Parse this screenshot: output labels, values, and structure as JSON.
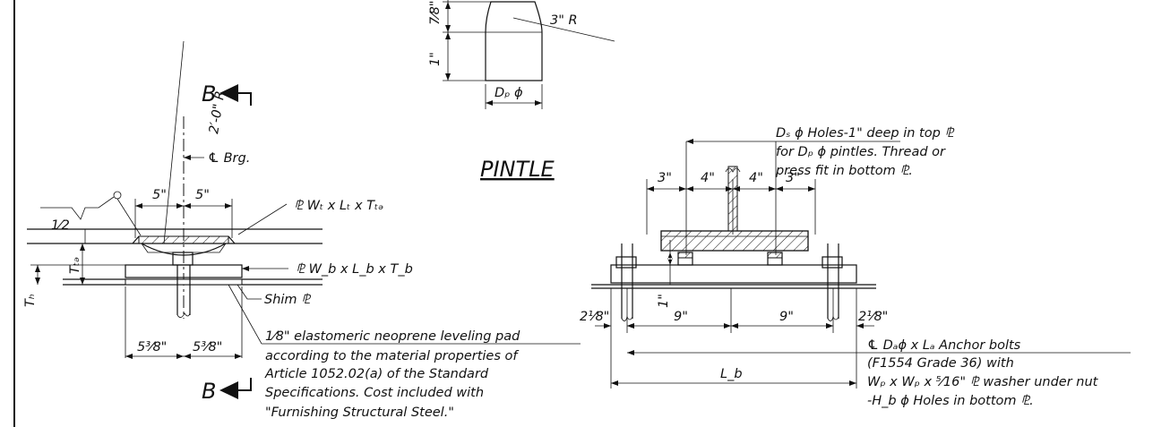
{
  "pintle": {
    "title": "PINTLE",
    "dim_top": "7⁄8\"",
    "dim_bottom": "1\"",
    "radius": "3\" R",
    "diameter": "Dₚ ϕ"
  },
  "section": {
    "section_mark": "B",
    "radius": "2′-0\" R",
    "centerline": "℄ Brg.",
    "weld": "1⁄2",
    "dim_5a": "5\"",
    "dim_5b": "5\"",
    "top_plate": "⅊ Wₜ x Lₜ x Tₜₔ",
    "bottom_plate": "⅊ W_b x L_b x T_b",
    "shim": "Shim ⅊",
    "th": "Tₕ",
    "ttd": "Tₜₔ",
    "dim_left": "5³⁄8\"",
    "dim_right": "5³⁄8\"",
    "note_pad": [
      "1⁄8\" elastomeric neoprene leveling pad",
      "according to the material properties of",
      "Article 1052.02(a) of the Standard",
      "Specifications. Cost included with",
      "\"Furnishing Structural Steel.\""
    ]
  },
  "elevation": {
    "note_holes": [
      "Dₛ ϕ Holes-1\" deep in top ⅊",
      "for Dₚ ϕ pintles. Thread or",
      "press fit in bottom ⅊."
    ],
    "dims_top": [
      "3\"",
      "4\"",
      "4\"",
      "3\""
    ],
    "dim_1in": "1\"",
    "dims_mid": [
      "9\"",
      "9\""
    ],
    "edge_left": "2¹⁄8\"",
    "edge_right": "2¹⁄8\"",
    "length": "L_b",
    "note_anchor": [
      "℄ Dₐϕ x Lₐ Anchor bolts",
      "(F1554 Grade 36) with",
      "Wₚ x Wₚ x ⁵⁄16\" ⅊ washer under nut",
      "-H_b ϕ Holes in bottom ⅊."
    ]
  }
}
